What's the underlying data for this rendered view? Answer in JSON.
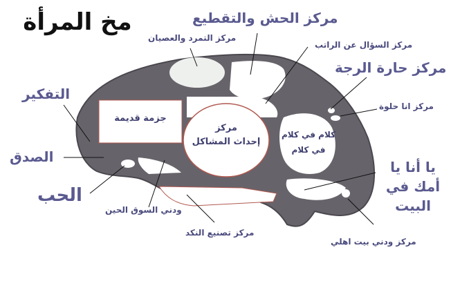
{
  "title": "مخ المرأة",
  "colors": {
    "brain_fill": "#67636a",
    "brain_outline": "#4b474e",
    "region_fill": "#ffffff",
    "accent_red": "#b0584f",
    "label_text": "#4a4a7e",
    "leader_line": "#111111"
  },
  "diagram": {
    "type": "labeled-illustration",
    "subject": "brain",
    "labels": {
      "hashing_center": "مركز الحش والتقطيع",
      "rebellion_center": "مركز التمرد والعصيان",
      "salary_question_center": "مركز السؤال عن الراتب",
      "crowd_heat_center": "مركز حارة الرجة",
      "im_pretty_center": "مركز انا حلوة",
      "thinking": "التفكير",
      "honesty": "الصدق",
      "love": "الحب",
      "take_me_to_market": "ودني السوق الحين",
      "nagging_center": "مركز تصنيع النكد",
      "me_or_your_mother": "يا أنا يا أمك في البيت",
      "take_me_to_parents": "مركز ودني بيت اهلي"
    },
    "regions": {
      "old_shoe": "جزمة قديمة",
      "problems_center_line1": "مركز",
      "problems_center_line2": "إحداث المشاكل",
      "talk_line1": "كلام في كلام",
      "talk_line2": "في كلام"
    }
  }
}
